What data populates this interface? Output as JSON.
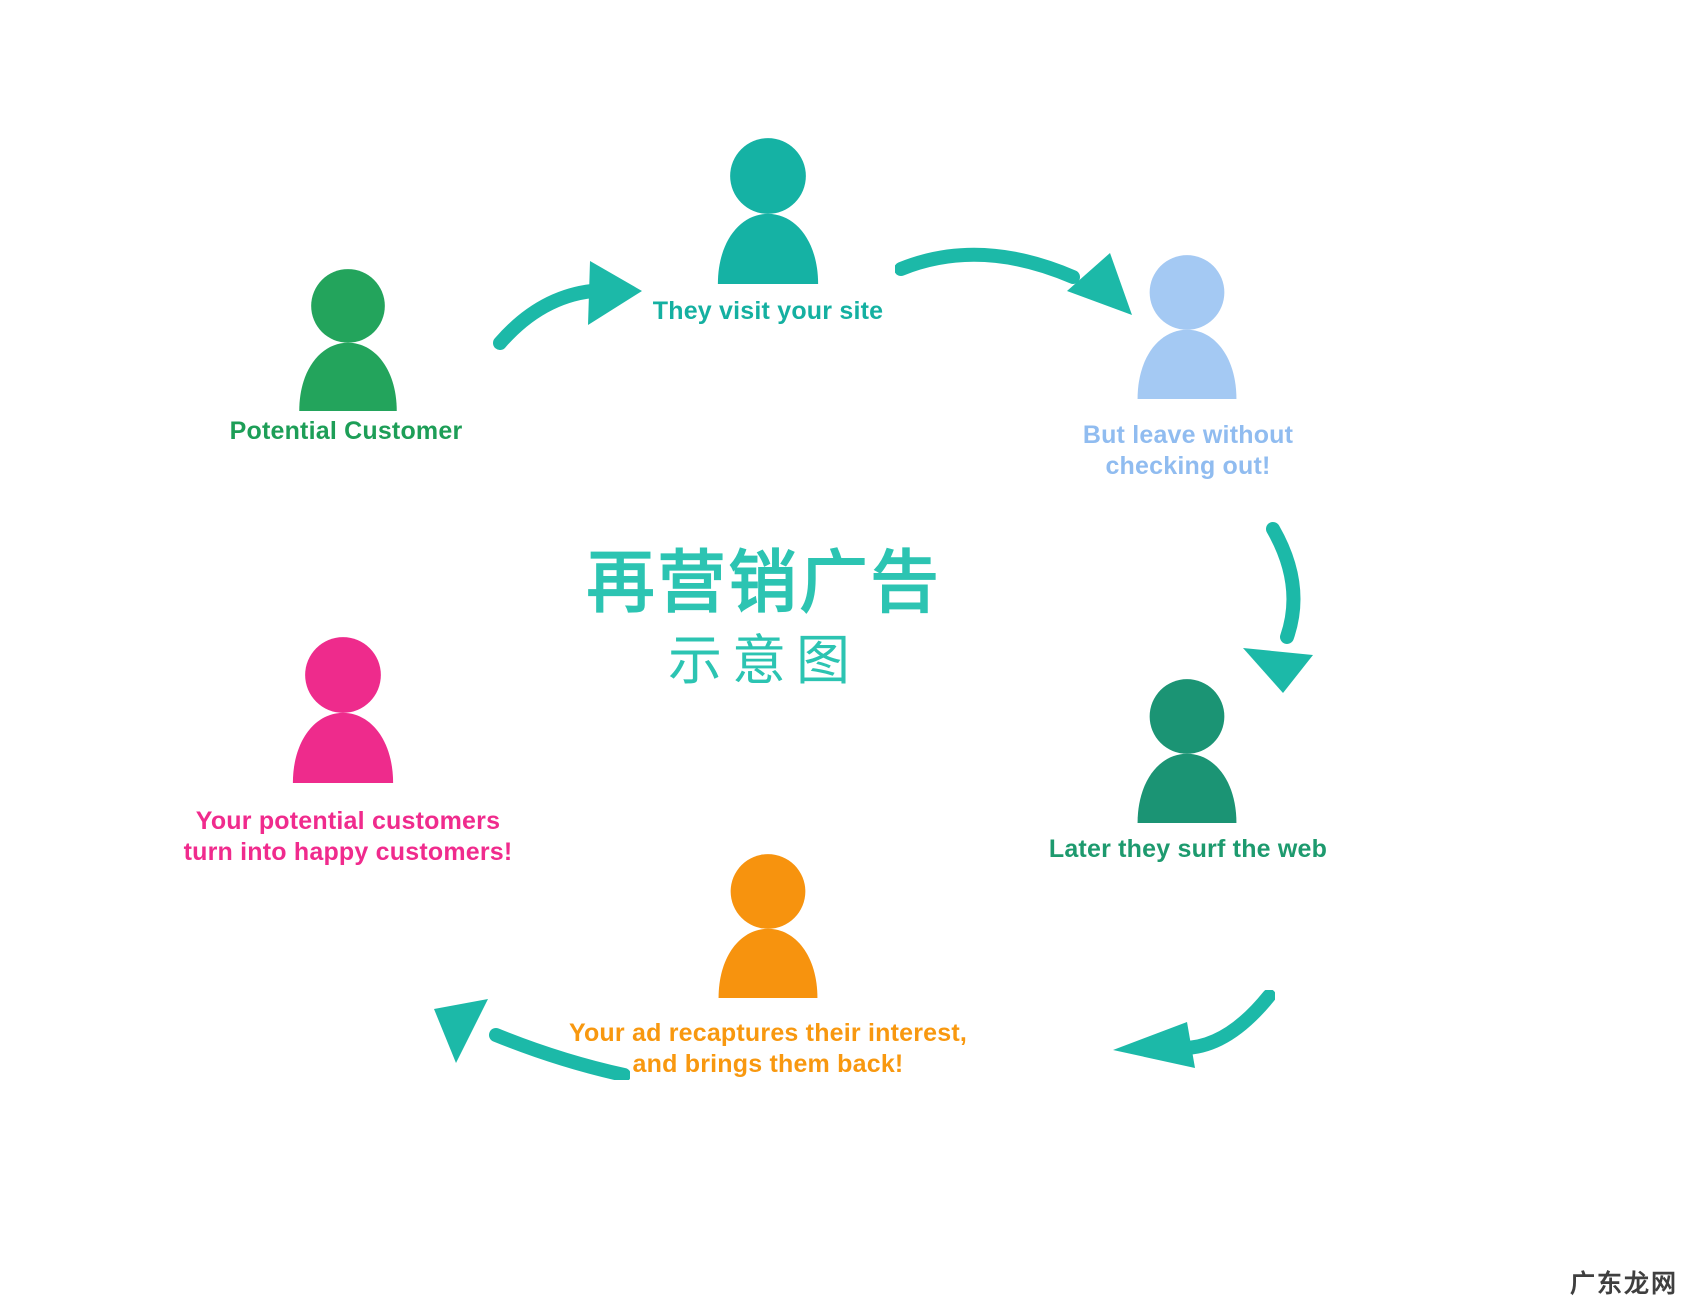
{
  "palette": {
    "teal_arrow": "#1cb9a8",
    "teal_person": "#15b2a4",
    "title_teal": "#2cc4b2",
    "green": "#23a45c",
    "light_blue": "#a4c9f3",
    "dark_green": "#1b9474",
    "orange": "#f7930e",
    "pink": "#ee2b8c"
  },
  "title": {
    "line1": "再营销广告",
    "line2": "示意图"
  },
  "nodes": {
    "potential": {
      "label": "Potential Customer"
    },
    "visit": {
      "label": "They visit your site"
    },
    "leave": {
      "line1": "But leave without",
      "line2": "checking out!"
    },
    "surf": {
      "label": "Later they surf the web"
    },
    "recapture": {
      "line1": "Your ad recaptures their interest,",
      "line2": "and brings them back!"
    },
    "happy": {
      "line1": "Your potential customers",
      "line2": "turn into happy customers!"
    }
  },
  "watermark": "广东龙网"
}
